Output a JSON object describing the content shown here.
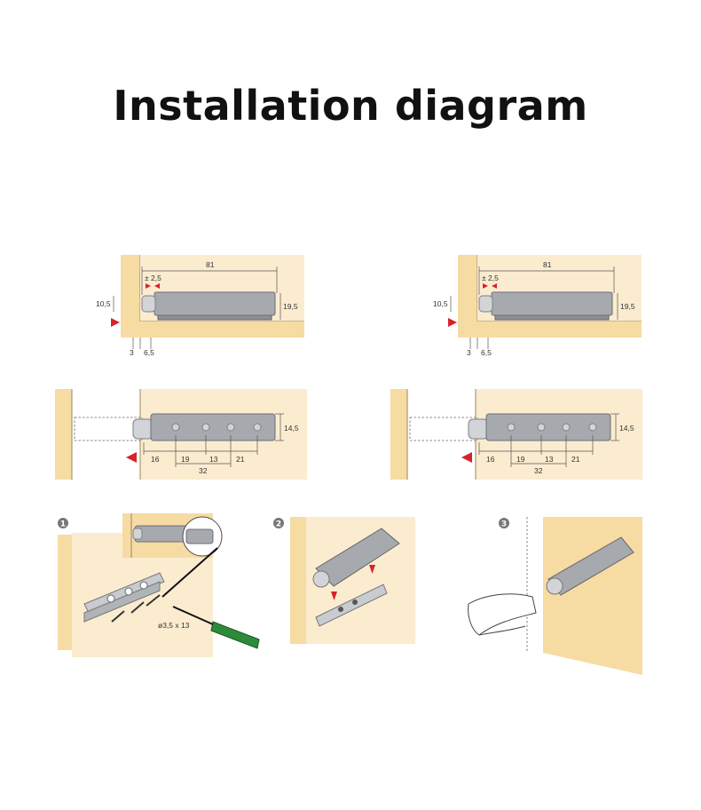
{
  "title": "Installation diagram",
  "top_views": {
    "length_label": "81",
    "tolerance_label": "± 2,5",
    "offset_label": "10,5",
    "height_label": "19,5",
    "gap_label": "3",
    "edge_label": "6,5"
  },
  "front_views": {
    "height_label": "14,5",
    "spacing_labels": [
      "16",
      "19",
      "13",
      "21"
    ],
    "total_label": "32"
  },
  "steps": {
    "step1": {
      "number": "1",
      "screw_label": "ø3,5 x 13"
    },
    "step2": {
      "number": "2"
    },
    "step3": {
      "number": "3"
    }
  },
  "colors": {
    "wood": "#f6dba3",
    "latch": "#a6a9ae",
    "arrow": "#d8222a",
    "screwdriver_handle": "#2d8a3a"
  }
}
